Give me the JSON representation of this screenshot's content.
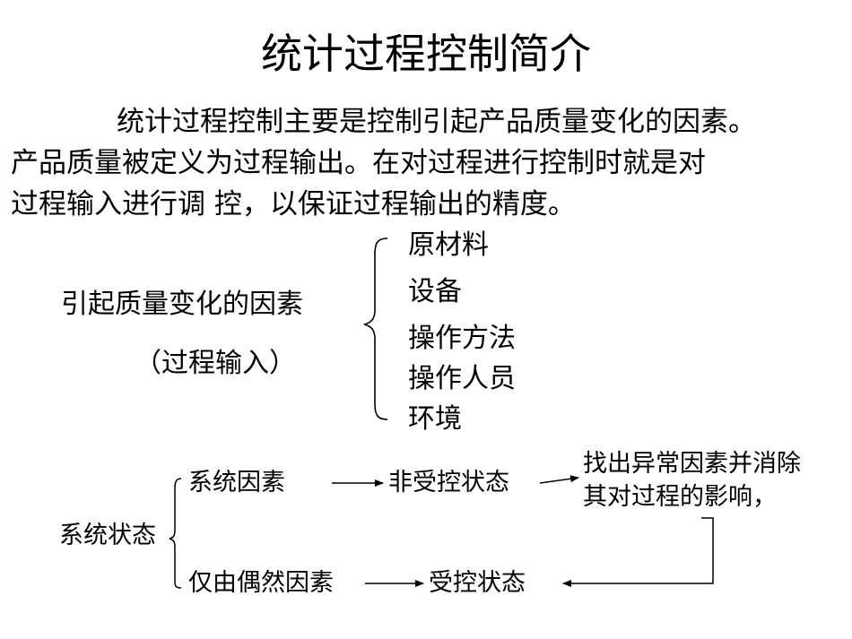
{
  "title": "统计过程控制简介",
  "intro": {
    "line1": "统计过程控制主要是控制引起产品质量变化的因素。",
    "line2": "产品质量被定义为过程输出。在对过程进行控制时就是对",
    "line3": "过程输入进行调  控，以保证过程输出的精度。"
  },
  "factors": {
    "label": "引起质量变化的因素",
    "sublabel": "（过程输入）",
    "items": [
      "原材料",
      "设备",
      "操作方法",
      "操作人员",
      "环境"
    ]
  },
  "system": {
    "label": "系统状态",
    "top_cause": "系统因素",
    "top_state": "非受控状态",
    "top_action_line1": "找出异常因素并消除",
    "top_action_line2": "其对过程的影响，",
    "bottom_cause": "仅由偶然因素",
    "bottom_state": "受控状态"
  }
}
